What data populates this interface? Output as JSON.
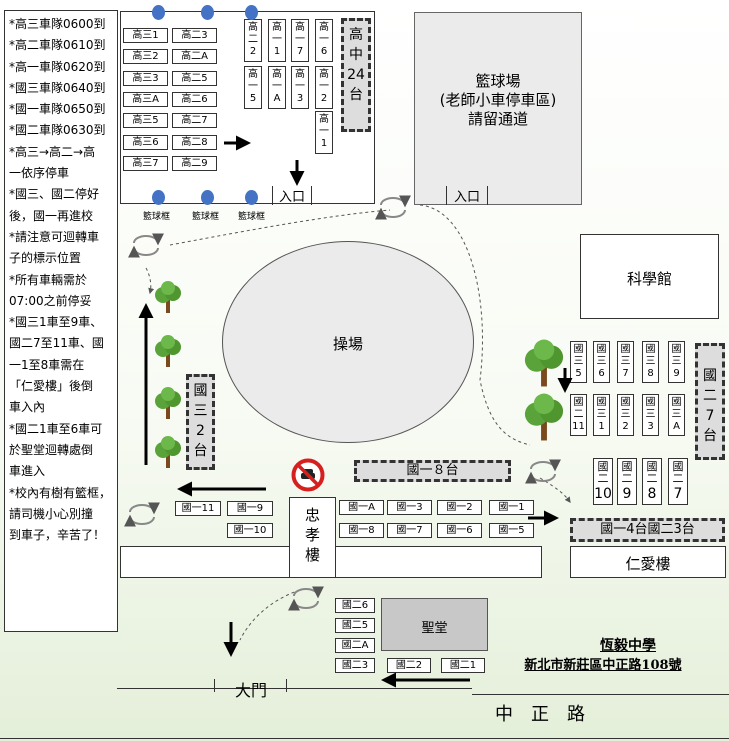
{
  "notes": [
    "*高三車隊0600到",
    "*高二車隊0610到",
    "*高一車隊0620到",
    "*國三車隊0640到",
    "*國一車隊0650到",
    "*國二車隊0630到",
    "*高三→高二→高",
    "一依序停車",
    "*國三、國二停好",
    "後，國一再進校",
    "*請注意可迴轉車",
    "子的標示位置",
    "*所有車輛需於",
    "07:00之前停妥",
    "*國三1車至9車、",
    "國二7至11車、國",
    "一1至8車需在",
    "「仁愛樓」後倒",
    "車入內",
    "*國二1車至6車可",
    "於聖堂迴轉處倒",
    "車進入",
    "*校內有樹有籃框，",
    "請司機小心別撞",
    "到車子，辛苦了！"
  ],
  "hs_left": [
    "高三1",
    "高三2",
    "高三3",
    "高三A",
    "高三5",
    "高三6",
    "高三7"
  ],
  "hs_mid": [
    "高二3",
    "高二A",
    "高二5",
    "高二6",
    "高二7",
    "高二8",
    "高二9"
  ],
  "hs_v_top": [
    [
      "高",
      "二",
      "2"
    ],
    [
      "高",
      "一",
      "1"
    ],
    [
      "高",
      "一",
      "7"
    ],
    [
      "高",
      "一",
      "6"
    ]
  ],
  "hs_v_mid": [
    [
      "高",
      "一",
      "5"
    ],
    [
      "高",
      "一",
      "A"
    ],
    [
      "高",
      "一",
      "3"
    ],
    [
      "高",
      "一",
      "2"
    ]
  ],
  "hs_v_low": [
    "高",
    "一",
    "1"
  ],
  "hs_total": [
    "高",
    "中",
    "24",
    "台"
  ],
  "hoop": "籃球框",
  "entrance": "入口",
  "court": {
    "title": "籃球場",
    "sub": "(老師小車停車區)",
    "note": "請留通道"
  },
  "science": "科學館",
  "field": "操場",
  "jr3_left_total": [
    "國",
    "三",
    "2",
    "台"
  ],
  "jr3_right_row1": [
    [
      "國",
      "三",
      "5"
    ],
    [
      "國",
      "三",
      "6"
    ],
    [
      "國",
      "三",
      "7"
    ],
    [
      "國",
      "三",
      "8"
    ],
    [
      "國",
      "三",
      "9"
    ]
  ],
  "jr3_right_row2": [
    [
      "國",
      "二",
      "11"
    ],
    [
      "國",
      "三",
      "1"
    ],
    [
      "國",
      "三",
      "2"
    ],
    [
      "國",
      "三",
      "3"
    ],
    [
      "國",
      "三",
      "A"
    ]
  ],
  "jr2_7_total": [
    "國",
    "二",
    "7",
    "台"
  ],
  "jr1_8_total": "國一８台",
  "jr2_right": [
    [
      "國",
      "二",
      "10"
    ],
    [
      "國",
      "二",
      "9"
    ],
    [
      "國",
      "二",
      "8"
    ],
    [
      "國",
      "二",
      "7"
    ]
  ],
  "jr1_row1": [
    "國一A",
    "國一3",
    "國一2",
    "國一1"
  ],
  "jr1_row2": [
    "國一8",
    "國一7",
    "國一6",
    "國一5"
  ],
  "jr2_left_row1": [
    "國一11",
    "國一9"
  ],
  "jr2_left_row2": [
    "國一10"
  ],
  "jr1_4_jr2_3": "國一4台國二3台",
  "zhongxiao": [
    "忠",
    "孝",
    "樓"
  ],
  "renai": "仁愛樓",
  "chapel": "聖堂",
  "chapel_slots": [
    "國二6",
    "國二5",
    "國二A",
    "國二3"
  ],
  "chapel_row": [
    "國二2",
    "國二1"
  ],
  "school": {
    "name": "恆毅中學",
    "address": "新北市新莊區中正路108號"
  },
  "gate": "大門",
  "road": "中　正　路",
  "colors": {
    "dot": "#4472c4",
    "tree": "#5aa33a",
    "arrow": "#000000",
    "no_sign": "#d62020"
  }
}
